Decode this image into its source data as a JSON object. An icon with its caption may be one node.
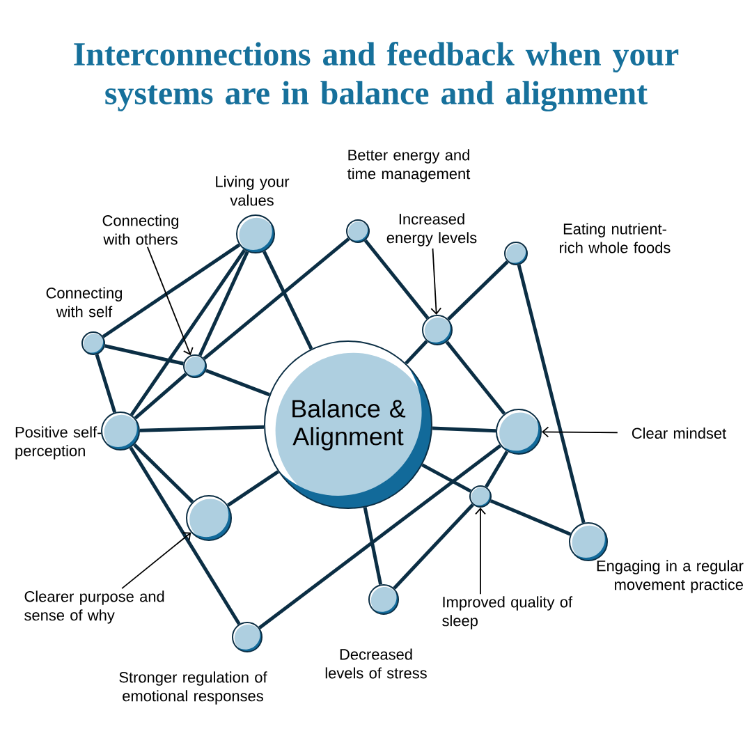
{
  "diagram": {
    "title": "Interconnections and feedback when your systems are in balance and alignment",
    "nodes": [
      {
        "text": [],
        "shape": "circle",
        "beside": [
          "Better energy and time management"
        ]
      },
      {
        "text": [],
        "shape": "circle",
        "beside": [
          "Living your values"
        ]
      },
      {
        "text": [],
        "shape": "circle",
        "beside": [
          "Eating nutrient-rich whole foods"
        ]
      },
      {
        "text": [
          "Connecting with others"
        ]
      },
      {
        "text": [
          "Increased energy levels"
        ]
      },
      {
        "text": [],
        "shape": "circle"
      },
      {
        "text": [],
        "shape": "circle",
        "beside": [
          "Connecting with self"
        ]
      },
      {
        "text": [],
        "shape": "circle"
      },
      {
        "text": [
          "Balance & Alignment"
        ]
      },
      {
        "text": [],
        "shape": "circle",
        "beside": [
          "Positive self-perception"
        ]
      },
      {
        "text": [],
        "shape": "circle"
      },
      {
        "text": [
          "Clear mindset"
        ]
      },
      {
        "text": [],
        "shape": "circle"
      },
      {
        "text": [],
        "shape": "circle"
      },
      {
        "text": [],
        "shape": "circle",
        "beside": [
          "Engaging in a regular movement practice"
        ]
      },
      {
        "text": [
          "Clearer purpose and sense of why"
        ]
      },
      {
        "text": [],
        "shape": "circle",
        "beside": [
          "Decreased levels of stress"
        ]
      },
      {
        "text": [
          "Improved quality of sleep"
        ]
      },
      {
        "text": [],
        "shape": "circle",
        "beside": [
          "Stronger regulation of emotional responses"
        ]
      }
    ],
    "edges": [
      {
        "from": 6,
        "to": 1,
        "arrow": "none"
      },
      {
        "from": 6,
        "to": 7,
        "arrow": "none"
      },
      {
        "from": 6,
        "to": 9,
        "arrow": "none"
      },
      {
        "from": 1,
        "to": 7,
        "arrow": "none"
      },
      {
        "from": 1,
        "to": 9,
        "arrow": "none"
      },
      {
        "from": 1,
        "to": 8,
        "arrow": "none"
      },
      {
        "from": 7,
        "to": 8,
        "arrow": "none"
      },
      {
        "from": 9,
        "to": 7,
        "arrow": "none"
      },
      {
        "from": 7,
        "to": 0,
        "arrow": "none"
      },
      {
        "from": 0,
        "to": 5,
        "arrow": "none"
      },
      {
        "from": 5,
        "to": 2,
        "arrow": "none"
      },
      {
        "from": 5,
        "to": 8,
        "arrow": "none"
      },
      {
        "from": 5,
        "to": 10,
        "arrow": "none"
      },
      {
        "from": 2,
        "to": 14,
        "arrow": "none"
      },
      {
        "from": 8,
        "to": 10,
        "arrow": "none"
      },
      {
        "from": 9,
        "to": 8,
        "arrow": "none"
      },
      {
        "from": 9,
        "to": 13,
        "arrow": "none"
      },
      {
        "from": 9,
        "to": 18,
        "arrow": "none"
      },
      {
        "from": 13,
        "to": 8,
        "arrow": "none"
      },
      {
        "from": 8,
        "to": 12,
        "arrow": "none"
      },
      {
        "from": 12,
        "to": 14,
        "arrow": "none"
      },
      {
        "from": 10,
        "to": 12,
        "arrow": "none"
      },
      {
        "from": 12,
        "to": 16,
        "arrow": "none"
      },
      {
        "from": 8,
        "to": 16,
        "arrow": "none"
      },
      {
        "from": 10,
        "to": 18,
        "arrow": "none"
      },
      {
        "from": 3,
        "to": 7,
        "arrow": "to",
        "color": "#000000"
      },
      {
        "from": 4,
        "to": 5,
        "arrow": "to",
        "color": "#000000"
      },
      {
        "from": 11,
        "to": 10,
        "arrow": "to",
        "color": "#000000"
      },
      {
        "from": 17,
        "to": 12,
        "arrow": "to",
        "color": "#000000"
      },
      {
        "from": 15,
        "to": 13,
        "arrow": "to",
        "color": "#000000"
      }
    ]
  }
}
